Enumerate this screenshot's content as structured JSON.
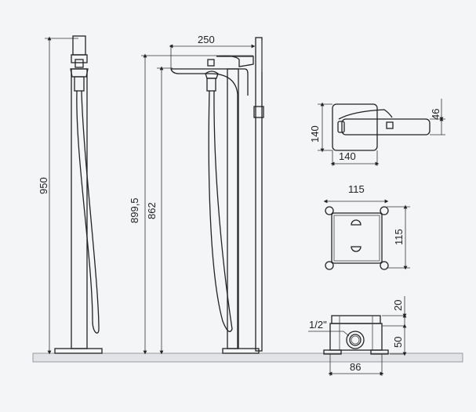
{
  "dimensions": {
    "total_height": "950",
    "spout_top_height": "899,5",
    "spout_bottom_height": "862",
    "spout_reach": "250",
    "plate_height": "140",
    "plate_width": "140",
    "handle_depth": "46",
    "box_width": "115",
    "box_height": "115",
    "box_top_depth": "20",
    "box_body_depth": "50",
    "box_base_width": "86",
    "connection_size": "1/2\""
  }
}
